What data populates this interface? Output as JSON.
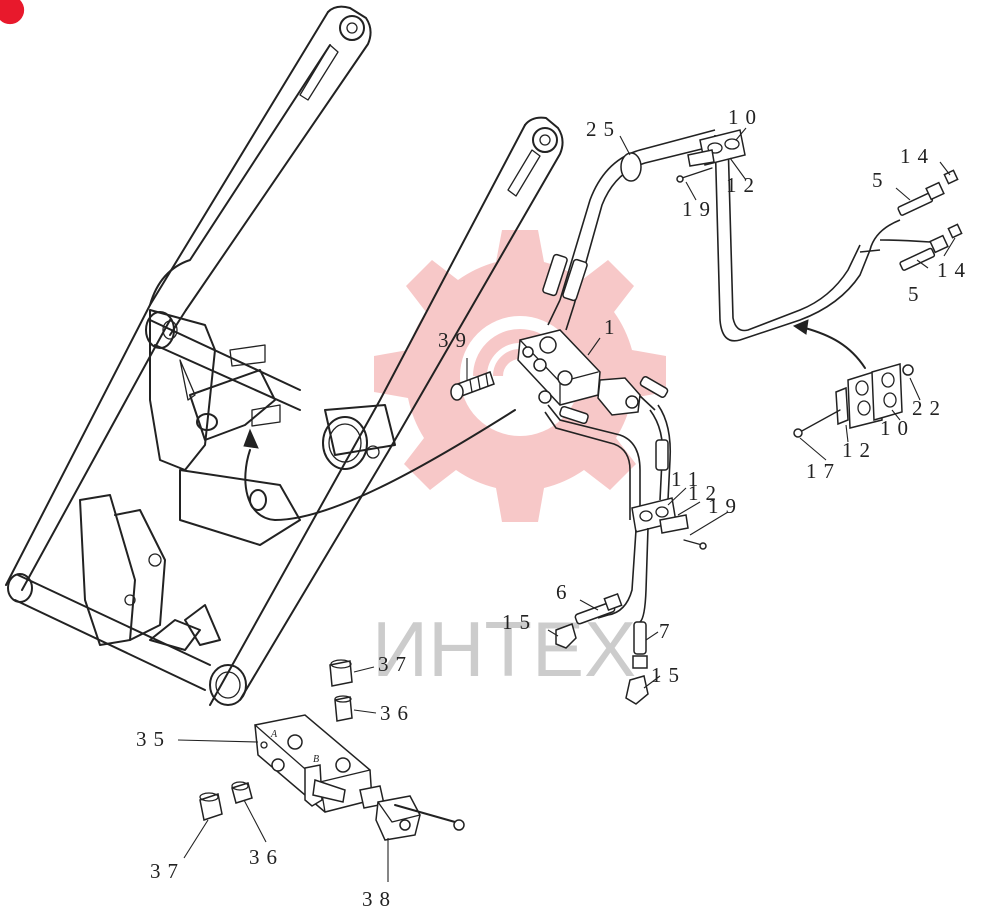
{
  "watermark": {
    "text": "ИНТЕХ",
    "color": "#f7c8c8",
    "text_color": "#cccccc"
  },
  "colors": {
    "line": "#222222",
    "background": "#ffffff",
    "corner_mark": "#e8192c"
  },
  "callouts": {
    "c10_top": "10",
    "c25": "25",
    "c14_top": "14",
    "c5_top": "5",
    "c12_top": "12",
    "c19_top": "19",
    "c5_mid": "5",
    "c14_mid": "14",
    "c1": "1",
    "c39": "39",
    "c22": "22",
    "c10_right": "10",
    "c12_right": "12",
    "c17": "17",
    "c11": "11",
    "c12_mid": "12",
    "c19_mid": "19",
    "c6": "6",
    "c15_left": "15",
    "c7": "7",
    "c15_right": "15",
    "c37_top": "37",
    "c36_top": "36",
    "c35": "35",
    "c36_bottom": "36",
    "c37_bottom": "37",
    "c38": "38"
  },
  "port_labels": {
    "a": "A",
    "b": "B"
  }
}
